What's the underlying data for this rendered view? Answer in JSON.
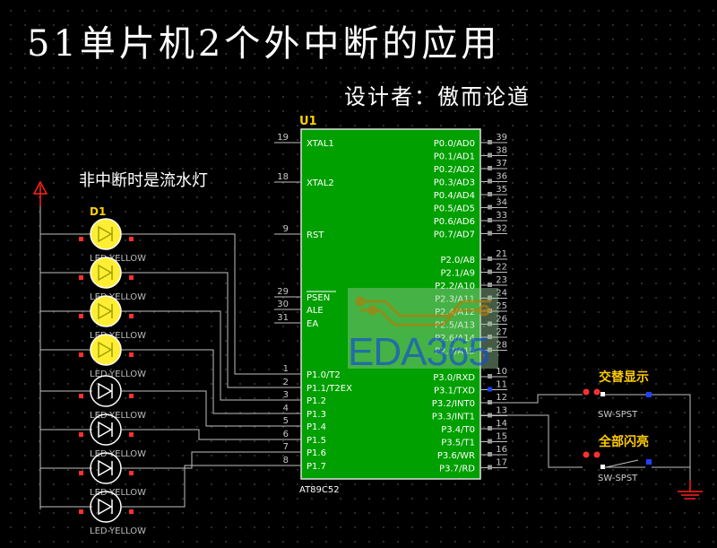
{
  "title": "51单片机2个外中断的应用",
  "author": "设计者：傲而论道",
  "subtitle": "非中断时是流水灯",
  "chip": {
    "ref": "U1",
    "part": "AT89C52",
    "left_pins": [
      {
        "num": "19",
        "name": "XTAL1"
      },
      {
        "num": "18",
        "name": "XTAL2"
      },
      {
        "num": "9",
        "name": "RST"
      },
      {
        "num": "29",
        "name": "PSEN"
      },
      {
        "num": "30",
        "name": "ALE"
      },
      {
        "num": "31",
        "name": "EA"
      },
      {
        "num": "1",
        "name": "P1.0/T2"
      },
      {
        "num": "2",
        "name": "P1.1/T2EX"
      },
      {
        "num": "3",
        "name": "P1.2"
      },
      {
        "num": "4",
        "name": "P1.3"
      },
      {
        "num": "5",
        "name": "P1.4"
      },
      {
        "num": "6",
        "name": "P1.5"
      },
      {
        "num": "7",
        "name": "P1.6"
      },
      {
        "num": "8",
        "name": "P1.7"
      }
    ],
    "right_pins": [
      {
        "num": "39",
        "name": "P0.0/AD0"
      },
      {
        "num": "38",
        "name": "P0.1/AD1"
      },
      {
        "num": "37",
        "name": "P0.2/AD2"
      },
      {
        "num": "36",
        "name": "P0.3/AD3"
      },
      {
        "num": "35",
        "name": "P0.4/AD4"
      },
      {
        "num": "34",
        "name": "P0.5/AD5"
      },
      {
        "num": "33",
        "name": "P0.6/AD6"
      },
      {
        "num": "32",
        "name": "P0.7/AD7"
      },
      {
        "num": "21",
        "name": "P2.0/A8"
      },
      {
        "num": "22",
        "name": "P2.1/A9"
      },
      {
        "num": "23",
        "name": "P2.2/A10"
      },
      {
        "num": "24",
        "name": "P2.3/A11"
      },
      {
        "num": "25",
        "name": "P2.4/A12"
      },
      {
        "num": "26",
        "name": "P2.5/A13"
      },
      {
        "num": "27",
        "name": "P2.6/A14"
      },
      {
        "num": "28",
        "name": "P2.7/A15"
      },
      {
        "num": "10",
        "name": "P3.0/RXD"
      },
      {
        "num": "11",
        "name": "P3.1/TXD"
      },
      {
        "num": "12",
        "name": "P3.2/INT0"
      },
      {
        "num": "13",
        "name": "P3.3/INT1"
      },
      {
        "num": "14",
        "name": "P3.4/T0"
      },
      {
        "num": "15",
        "name": "P3.5/T1"
      },
      {
        "num": "16",
        "name": "P3.6/WR"
      },
      {
        "num": "17",
        "name": "P3.7/RD"
      }
    ]
  },
  "leds": {
    "first_ref": "D1",
    "part": "LED-YELLOW",
    "states": [
      true,
      true,
      true,
      true,
      false,
      false,
      false,
      false
    ]
  },
  "switches": [
    {
      "label": "交替显示",
      "part": "SW-SPST",
      "state": "open"
    },
    {
      "label": "全部闪亮",
      "part": "SW-SPST",
      "state": "closed"
    }
  ],
  "watermark": "EDA365",
  "colors": {
    "chip_fill": "#00a000",
    "chip_border": "#e0e0e0",
    "wire": "#c0c0c0",
    "led_on": "#ffee33",
    "led_off": "#ffffff",
    "power": "#ff2020",
    "ground": "#ff2020",
    "dot_red": "#ff3030",
    "dot_blue": "#2040ff",
    "ref_yellow": "#ffd200",
    "switch_label": "#ffcc00"
  }
}
